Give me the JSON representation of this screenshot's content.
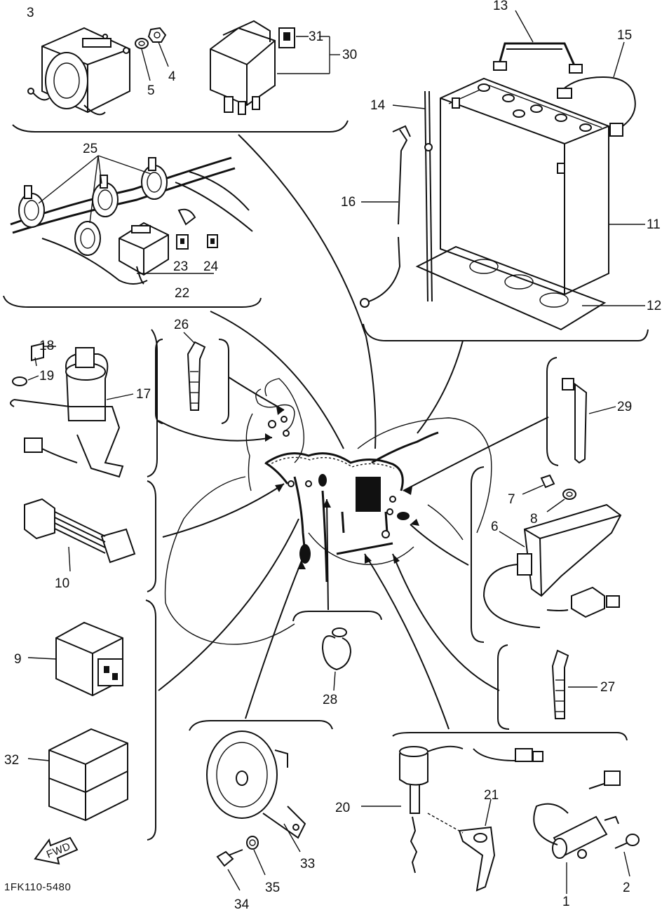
{
  "diagram": {
    "part_code": "1FK110-5480",
    "fwd_label": "FWD",
    "part_numbers": [
      "1",
      "2",
      "3",
      "4",
      "5",
      "6",
      "7",
      "8",
      "9",
      "10",
      "11",
      "12",
      "13",
      "14",
      "15",
      "16",
      "17",
      "18",
      "19",
      "20",
      "21",
      "22",
      "23",
      "24",
      "25",
      "26",
      "27",
      "28",
      "29",
      "30",
      "31",
      "32",
      "33",
      "34",
      "35"
    ]
  }
}
